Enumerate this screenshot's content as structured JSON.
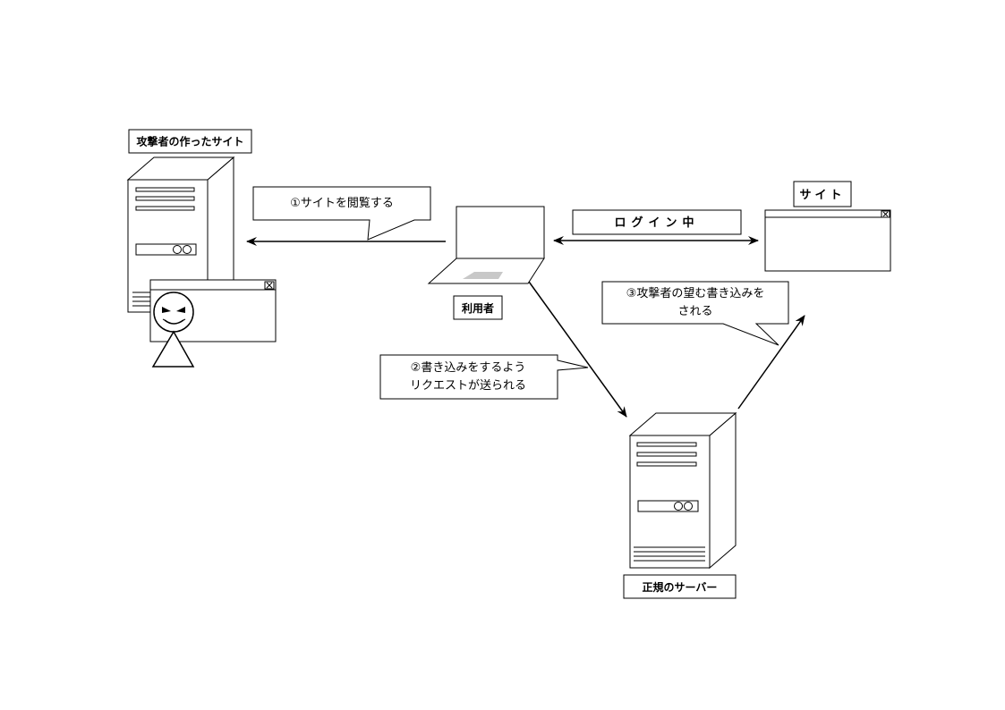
{
  "labels": {
    "attacker_site": "攻撃者の作ったサイト",
    "user": "利用者",
    "site": "サイト",
    "logged_in": "ログイン中",
    "legit_server": "正規のサーバー"
  },
  "steps": {
    "step1": "①サイトを閲覧する",
    "step2_line1": "②書き込みをするよう",
    "step2_line2": "リクエストが送られる",
    "step3_line1": "③攻撃者の望む書き込みを",
    "step3_line2": "される"
  },
  "icons": {
    "attacker_server": "server-tower-icon",
    "attacker_window": "browser-window-icon",
    "attacker": "evil-person-icon",
    "user_laptop": "laptop-icon",
    "site_window": "browser-window-icon",
    "legit_server": "server-tower-icon",
    "window_close": "close-icon"
  }
}
